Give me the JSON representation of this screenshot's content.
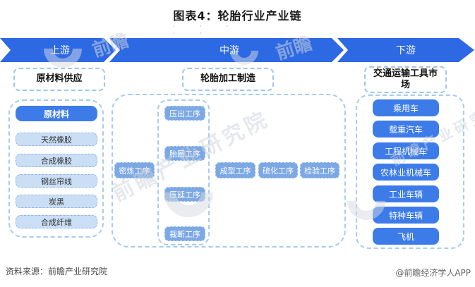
{
  "title": "图表4：轮胎行业产业链",
  "title_dots": "· · · · ·",
  "banner": {
    "segments": [
      {
        "label": "上游"
      },
      {
        "label": "中游"
      },
      {
        "label": "下游"
      }
    ]
  },
  "columns": {
    "upstream": {
      "header": "原材料供应",
      "lead_box": "原材料",
      "items": [
        "天然橡胶",
        "合成橡胶",
        "钢丝帘线",
        "炭黑",
        "合成纤维"
      ]
    },
    "midstream": {
      "header": "轮胎加工制造",
      "first_step": "密炼工序",
      "sub_steps": [
        "压出工序",
        "胎圈工序",
        "压延工序",
        "裁断工序"
      ],
      "final_steps": [
        "成型工序",
        "硫化工序",
        "检验工序"
      ]
    },
    "downstream": {
      "header": "交通运输工具市场",
      "items": [
        "乘用车",
        "载重汽车",
        "工程机械车",
        "农林业机械车",
        "工业车辆",
        "特种车辆",
        "飞机"
      ]
    }
  },
  "footer": {
    "source": "资料来源：前瞻产业研究院",
    "credit": "@前瞻经济学人APP"
  },
  "watermarks": {
    "diagonal": "前瞻产业研究院",
    "logo": "前瞻"
  },
  "colors": {
    "banner_blue": "#2e69e4",
    "bright_box_blue": "#3d7ce8",
    "mid_box_blue": "#7ca8e4",
    "light_box_fill": "#cadef6",
    "dashed_border": "#a6cbf0",
    "watermark_gray": "#cdd3dc"
  }
}
